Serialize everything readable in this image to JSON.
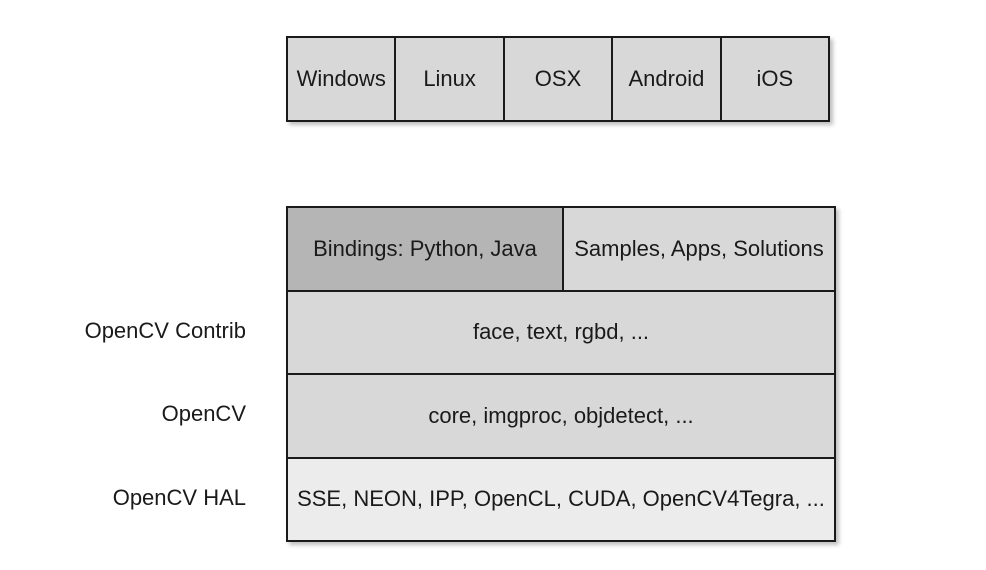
{
  "platforms": [
    "Windows",
    "Linux",
    "OSX",
    "Android",
    "iOS"
  ],
  "stack": {
    "bindings": "Bindings: Python, Java",
    "samples": "Samples, Apps, Solutions",
    "contrib": "face, text, rgbd, ...",
    "core": "core, imgproc, objdetect, ...",
    "hal": "SSE, NEON, IPP, OpenCL, CUDA, OpenCV4Tegra, ..."
  },
  "side_labels": {
    "contrib": "OpenCV Contrib",
    "core": "OpenCV",
    "hal": "OpenCV HAL"
  },
  "colors": {
    "bindings_fill": "#b5b5b5",
    "layer_fill": "#d8d8d8",
    "hal_fill": "#ececec",
    "border": "#1a1a1a"
  }
}
